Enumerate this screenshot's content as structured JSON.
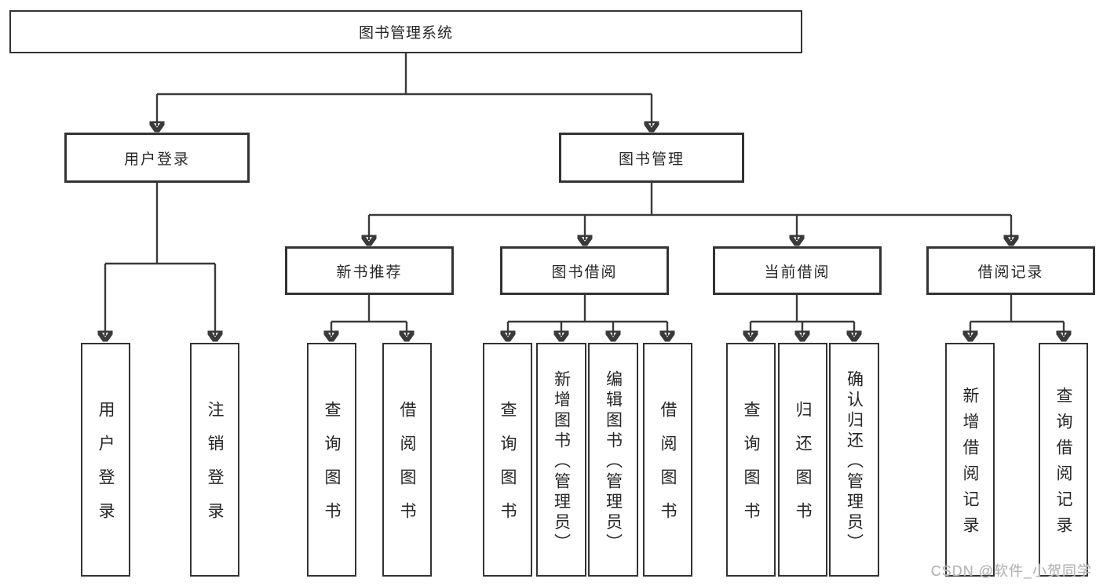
{
  "watermark": "CSDN @软件_小贺同学",
  "colors": {
    "line": "#3a3a3a",
    "box_border": "#333333",
    "box_fill": "#ffffff",
    "text": "#262626",
    "watermark_text": "#b5b5b6",
    "background": "#ffffff"
  },
  "tree": {
    "label": "图书管理系统",
    "children": [
      {
        "label": "用户登录",
        "children": [
          {
            "label": "用户登录"
          },
          {
            "label": "注销登录"
          }
        ]
      },
      {
        "label": "图书管理",
        "children": [
          {
            "label": "新书推荐",
            "children": [
              {
                "label": "查询图书"
              },
              {
                "label": "借阅图书"
              }
            ]
          },
          {
            "label": "图书借阅",
            "children": [
              {
                "label": "查询图书"
              },
              {
                "label": "新增图书（管理员）"
              },
              {
                "label": "编辑图书（管理员）"
              },
              {
                "label": "借阅图书"
              }
            ]
          },
          {
            "label": "当前借阅",
            "children": [
              {
                "label": "查询图书"
              },
              {
                "label": "归还图书"
              },
              {
                "label": "确认归还（管理员）"
              }
            ]
          },
          {
            "label": "借阅记录",
            "children": [
              {
                "label": "新增借阅记录"
              },
              {
                "label": "查询借阅记录"
              }
            ]
          }
        ]
      }
    ]
  }
}
